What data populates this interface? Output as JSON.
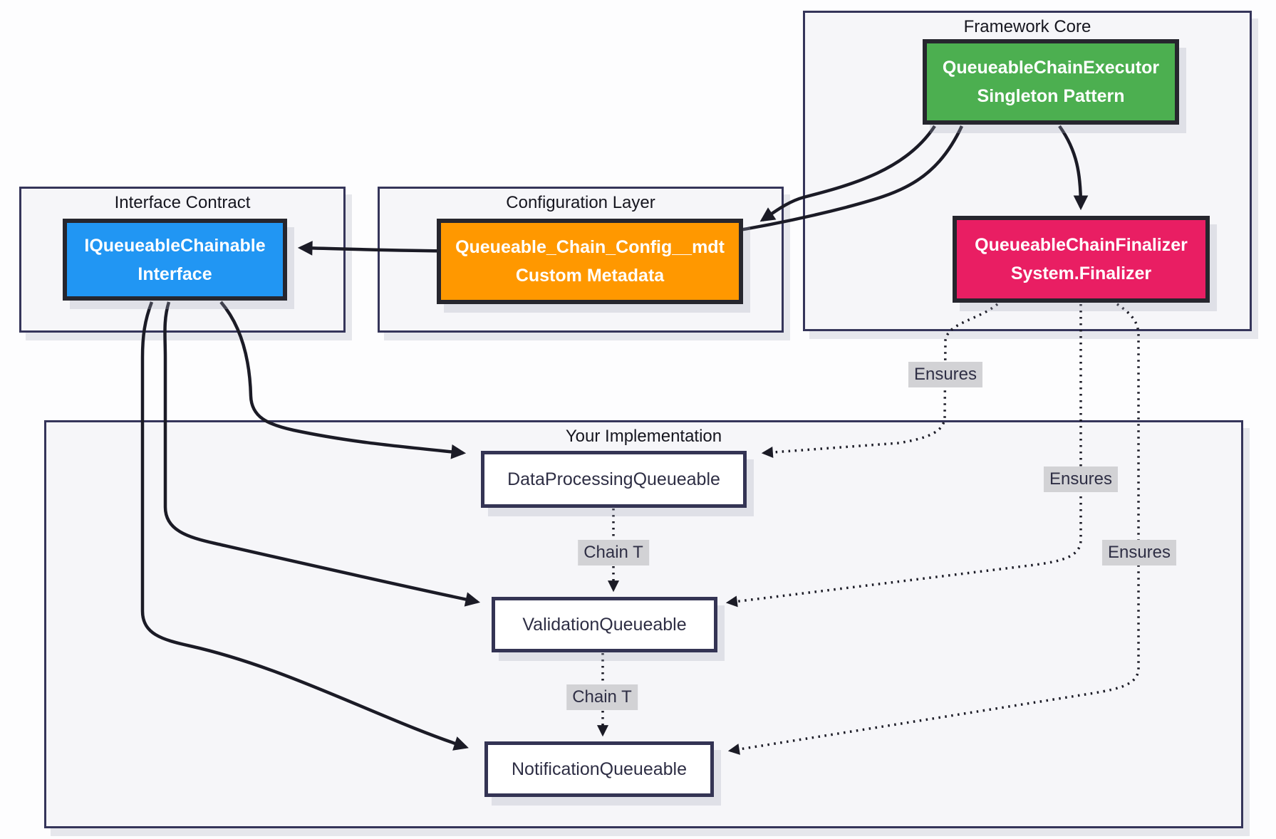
{
  "diagram": {
    "containers": [
      {
        "title": "Framework Core"
      },
      {
        "title": "Interface Contract"
      },
      {
        "title": "Configuration Layer"
      },
      {
        "title": "Your Implementation"
      }
    ],
    "nodes": [
      {
        "line1": "QueueableChainExecutor",
        "line2": "Singleton Pattern",
        "color": "#4caf50"
      },
      {
        "line1": "QueueableChainFinalizer",
        "line2": "System.Finalizer",
        "color": "#e91e63"
      },
      {
        "line1": "IQueueableChainable",
        "line2": "Interface",
        "color": "#2196f3"
      },
      {
        "line1": "Queueable_Chain_Config__mdt",
        "line2": "Custom Metadata",
        "color": "#ff9800"
      },
      {
        "line1": "DataProcessingQueueable",
        "color": "#ffffff"
      },
      {
        "line1": "ValidationQueueable",
        "color": "#ffffff"
      },
      {
        "line1": "NotificationQueueable",
        "color": "#ffffff"
      }
    ],
    "edge_labels": [
      {
        "text": "Ensures"
      },
      {
        "text": "Ensures"
      },
      {
        "text": "Ensures"
      },
      {
        "text": "Chain T"
      },
      {
        "text": "Chain T"
      }
    ],
    "colors": {
      "executor_green": "#4caf50",
      "finalizer_pink": "#e91e63",
      "interface_blue": "#2196f3",
      "config_orange": "#ff9800",
      "edge_black": "#1b1b26",
      "container_fill": "#f6f6f9",
      "container_border": "#35355a",
      "edge_label_bg": "#d2d2d5"
    }
  }
}
